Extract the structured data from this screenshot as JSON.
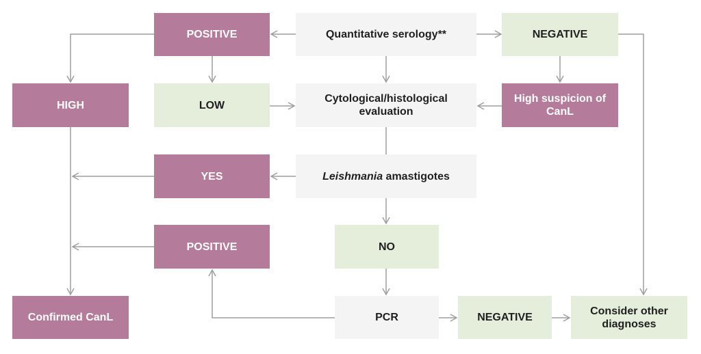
{
  "nodes": {
    "positive_top": "POSITIVE",
    "serology": "Quantitative serology**",
    "negative_top": "NEGATIVE",
    "high": "HIGH",
    "low": "LOW",
    "cytology": "Cytological/histological evaluation",
    "high_suspicion": "High suspicion of CanL",
    "yes": "YES",
    "amastigotes_italic": "Leishmania",
    "amastigotes_rest": " amastigotes",
    "positive_mid": "POSITIVE",
    "no": "NO",
    "confirmed": "Confirmed CanL",
    "pcr": "PCR",
    "negative_bottom": "NEGATIVE",
    "consider_other": "Consider other diagnoses"
  },
  "colors": {
    "positive_fill": "#b47b9b",
    "negative_fill": "#e4eedb",
    "neutral_fill": "#f4f4f4",
    "arrow": "#9e9e9e"
  }
}
